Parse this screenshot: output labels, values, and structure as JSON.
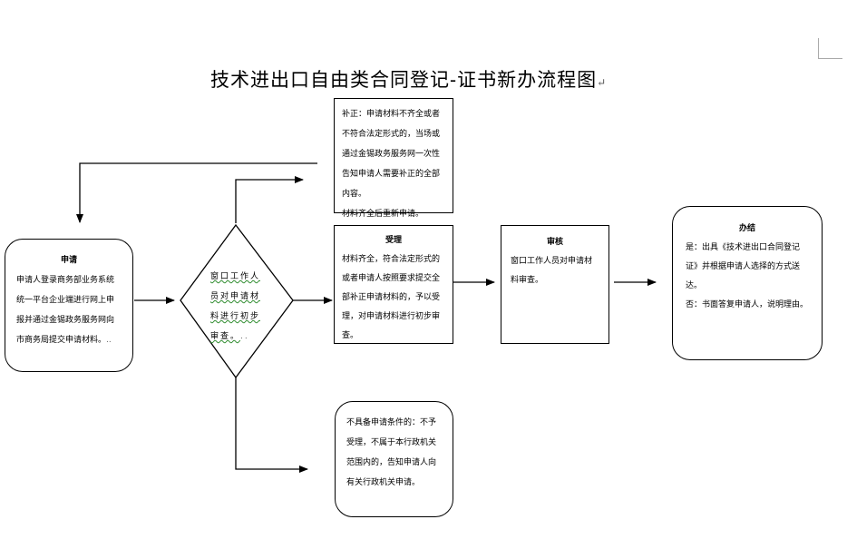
{
  "title": "技术进出口自由类合同登记-证书新办流程图",
  "paragraph_mark": "↵",
  "nodes": {
    "apply": {
      "heading": "申请",
      "text": "申请人登录商务部业务系统统一平台企业端进行网上申报并通过金锡政务服务网向市商务局提交申请材料。",
      "mark": ".."
    },
    "review_diamond": {
      "text": "窗口工作人员对申请材料进行初步审查。",
      "mark": ".."
    },
    "supplement": {
      "text1": "补正：申请材料不齐全或者不符合法定形式的，当场或通过金锡政务服务网一次性告知申请人需要补正的全部内容。",
      "text2": "材料齐全后重新申请。"
    },
    "accept": {
      "heading": "受理",
      "text": "材料齐全，符合法定形式的或者申请人按照要求提交全部补正申请材料的，予以受理，对申请材料进行初步审查。"
    },
    "audit": {
      "heading": "审核",
      "text": "窗口工作人员对申请材料审查。"
    },
    "complete": {
      "heading": "办结",
      "text_yes": "是：出具《技术进出口合同登记证》并根据申请人选择的方式送达。",
      "text_no": "否：书面答复申请人，说明理由。"
    },
    "reject": {
      "text": "不具备申请条件的：不予受理，不属于本行政机关范围内的，告知申请人向有关行政机关申请。"
    }
  }
}
